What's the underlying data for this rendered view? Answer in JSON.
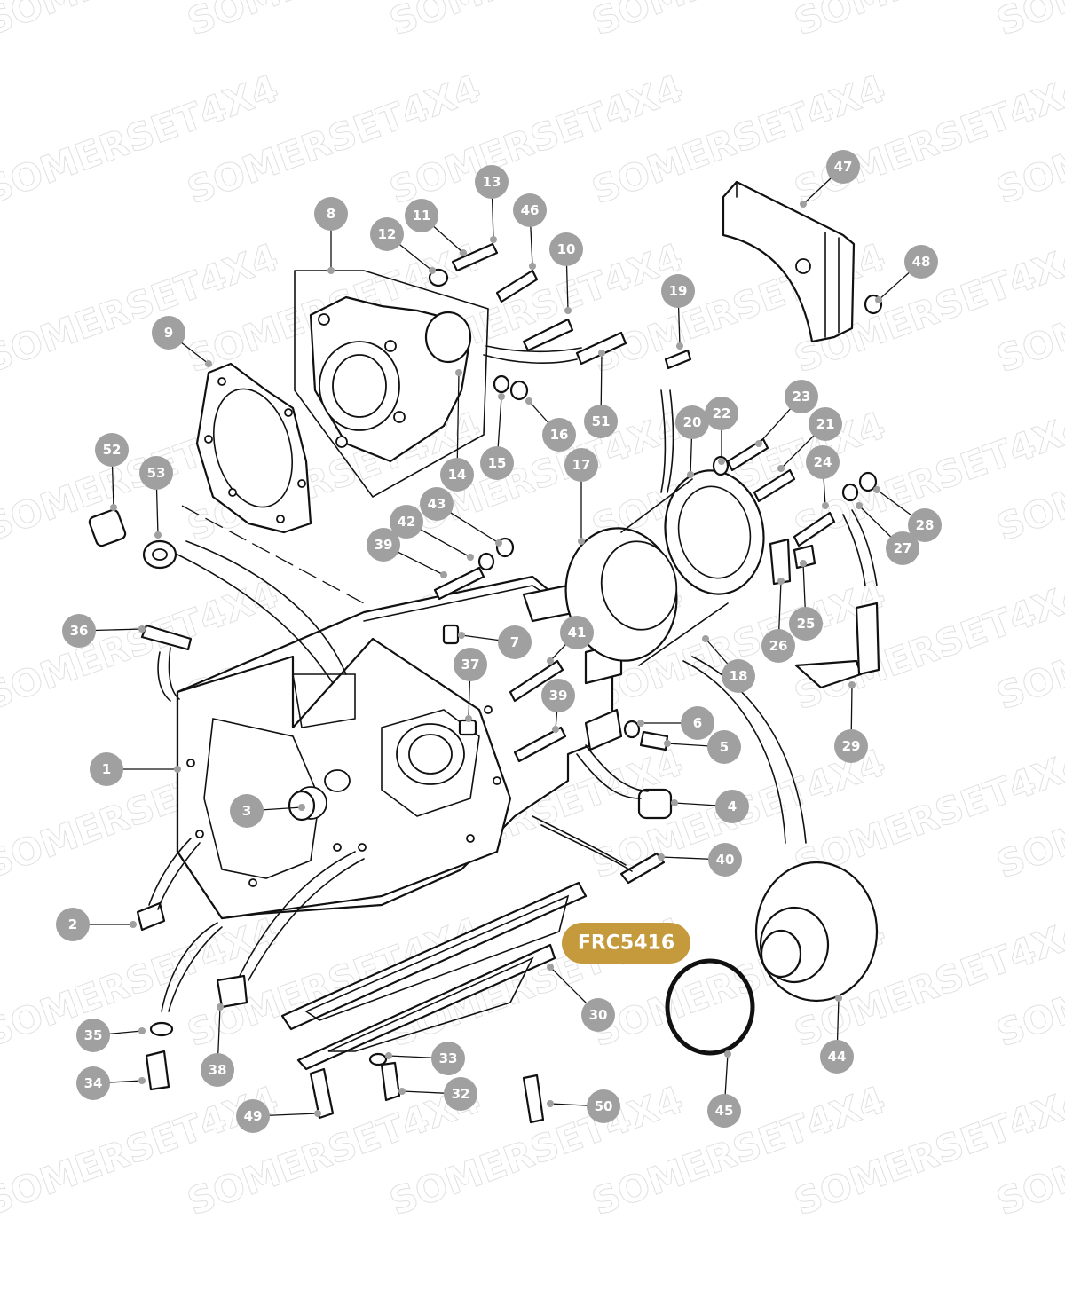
{
  "watermark": "SOMERSET4X4",
  "part_badge": "FRC5416",
  "callouts": [
    "1",
    "2",
    "3",
    "4",
    "5",
    "6",
    "7",
    "8",
    "9",
    "10",
    "11",
    "12",
    "13",
    "14",
    "15",
    "16",
    "17",
    "18",
    "19",
    "20",
    "21",
    "22",
    "23",
    "24",
    "25",
    "26",
    "27",
    "28",
    "29",
    "30",
    "32",
    "33",
    "34",
    "35",
    "36",
    "37",
    "38",
    "39",
    "39",
    "40",
    "41",
    "42",
    "43",
    "44",
    "45",
    "46",
    "47",
    "48",
    "49",
    "50",
    "51",
    "52",
    "53"
  ]
}
